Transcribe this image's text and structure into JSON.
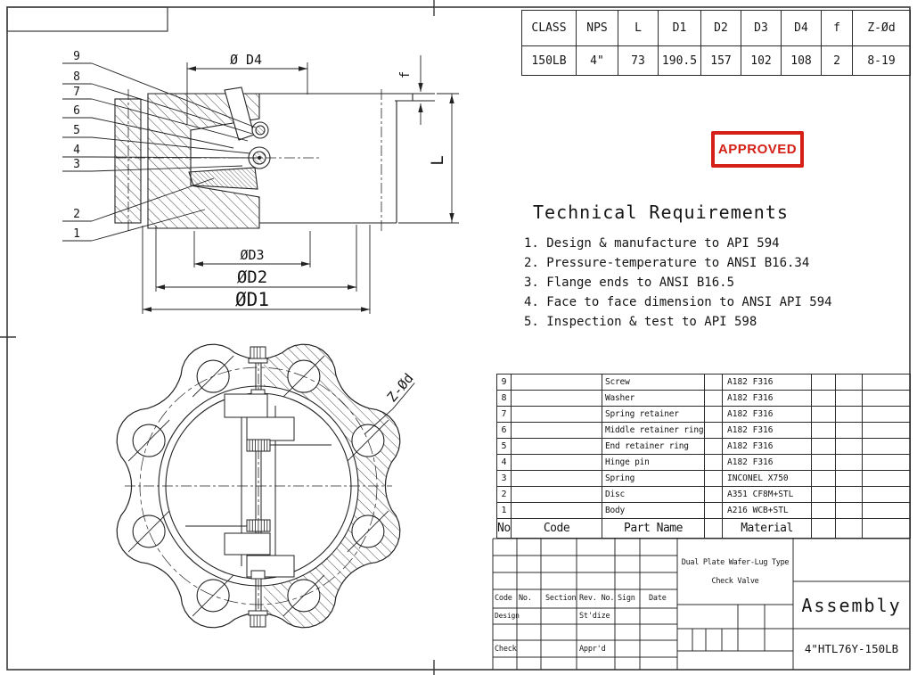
{
  "dim_table": {
    "headers": [
      "CLASS",
      "NPS",
      "L",
      "D1",
      "D2",
      "D3",
      "D4",
      "f",
      "Z-Ød"
    ],
    "values": [
      "150LB",
      "4\"",
      "73",
      "190.5",
      "157",
      "102",
      "108",
      "2",
      "8-19"
    ]
  },
  "stamp": {
    "label": "APPROVED"
  },
  "tech": {
    "title": "Technical Requirements",
    "items": [
      "1. Design & manufacture to API 594",
      "2. Pressure-temperature to ANSI B16.34",
      "3. Flange ends to ANSI B16.5",
      "4. Face to face dimension to ANSI API 594",
      "5. Inspection & test to API 598"
    ]
  },
  "bom": {
    "header": {
      "no": "No.",
      "code": "Code",
      "part_name": "Part Name",
      "material": "Material"
    },
    "rows": [
      {
        "no": "9",
        "name": "Screw",
        "material": "A182 F316"
      },
      {
        "no": "8",
        "name": "Washer",
        "material": "A182 F316"
      },
      {
        "no": "7",
        "name": "Spring retainer",
        "material": "A182 F316"
      },
      {
        "no": "6",
        "name": "Middle retainer ring",
        "material": "A182 F316"
      },
      {
        "no": "5",
        "name": "End retainer ring",
        "material": "A182 F316"
      },
      {
        "no": "4",
        "name": "Hinge pin",
        "material": "A182 F316"
      },
      {
        "no": "3",
        "name": "Spring",
        "material": "INCONEL X750"
      },
      {
        "no": "2",
        "name": "Disc",
        "material": "A351 CF8M+STL"
      },
      {
        "no": "1",
        "name": "Body",
        "material": "A216 WCB+STL"
      }
    ]
  },
  "title_block": {
    "labels": {
      "code": "Code",
      "no": "No.",
      "section": "Section",
      "rev_no": "Rev. No.",
      "sign": "Sign",
      "date": "Date",
      "design": "Design",
      "stdize": "St'dize",
      "check": "Check",
      "apprd": "Appr'd"
    },
    "product_line1": "Dual Plate Wafer-Lug Type",
    "product_line2": "Check Valve",
    "drawing_title": "Assembly",
    "model": "4\"HTL76Y-150LB"
  },
  "drawing": {
    "dims": {
      "d4": "Ø D4",
      "d3": "ØD3",
      "d2": "ØD2",
      "d1": "ØD1",
      "l": "L",
      "f": "f",
      "z": "Z-Ød"
    },
    "balloons": [
      "9",
      "8",
      "7",
      "6",
      "5",
      "4",
      "3",
      "2",
      "1"
    ]
  },
  "colors": {
    "stamp_red": "#d42016",
    "line": "#222222"
  }
}
